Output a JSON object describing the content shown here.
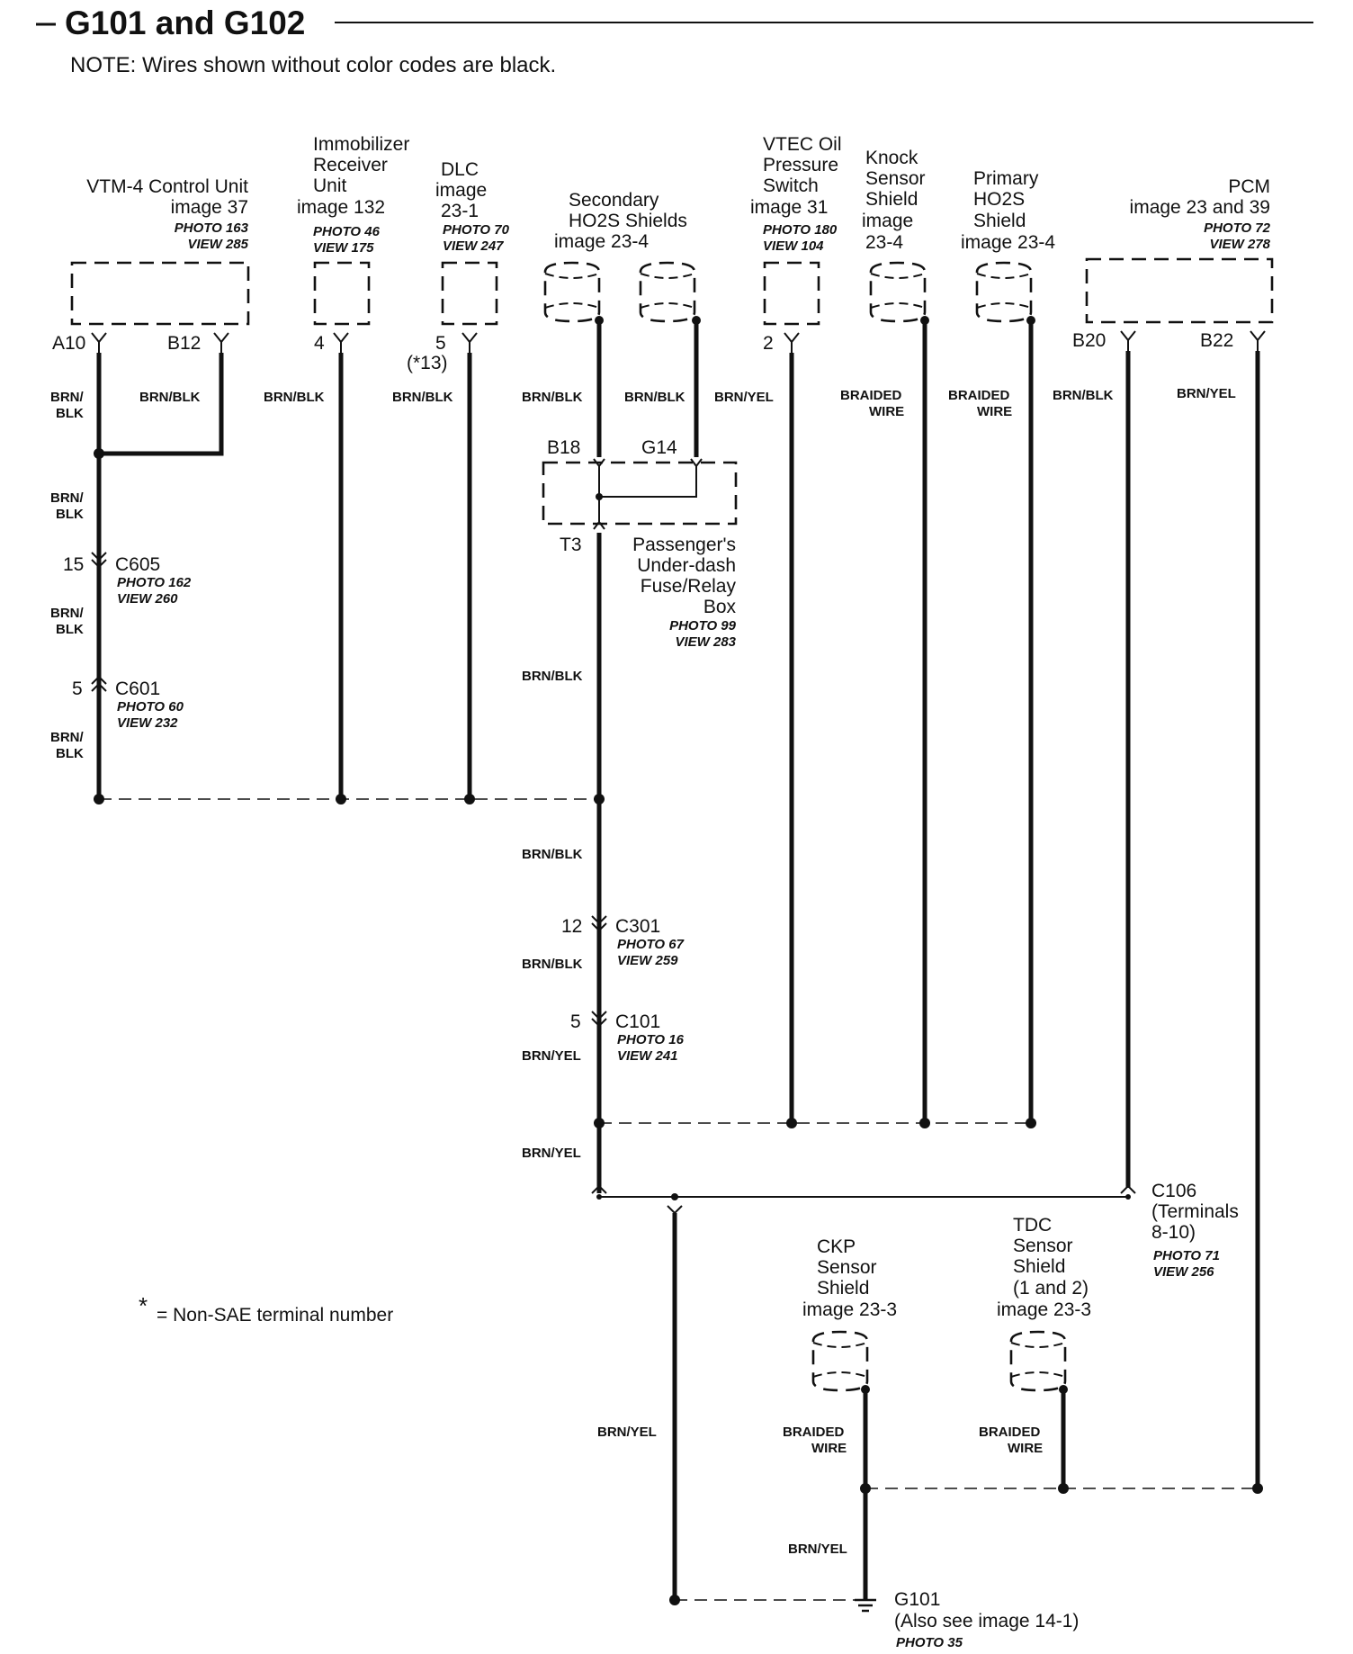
{
  "title": "G101 and G102",
  "note": "NOTE: Wires shown without color codes are black.",
  "footnote": {
    "symbol": "*",
    "text": "= Non-SAE terminal number"
  },
  "components": {
    "vtm4": {
      "l1": "VTM-4 Control Unit",
      "l2": "image 37",
      "photo": "PHOTO 163",
      "view": "VIEW 285",
      "pin_a": "A10",
      "pin_b": "B12"
    },
    "immobilizer": {
      "l1": "Immobilizer",
      "l2": "Receiver",
      "l3": "Unit",
      "l4": "image 132",
      "photo": "PHOTO 46",
      "view": "VIEW 175",
      "pin": "4"
    },
    "dlc": {
      "l1": "DLC",
      "l2": "image",
      "l3": "23-1",
      "photo": "PHOTO 70",
      "view": "VIEW 247",
      "pin": "5",
      "pin_alt": "(*13)"
    },
    "secondary_ho2s": {
      "l1": "Secondary",
      "l2": "HO2S Shields",
      "l3": "image 23-4"
    },
    "vtec": {
      "l1": "VTEC Oil",
      "l2": "Pressure",
      "l3": "Switch",
      "l4": "image 31",
      "photo": "PHOTO 180",
      "view": "VIEW 104",
      "pin": "2"
    },
    "knock": {
      "l1": "Knock",
      "l2": "Sensor",
      "l3": "Shield",
      "l4": "image",
      "l5": "23-4"
    },
    "primary_ho2s": {
      "l1": "Primary",
      "l2": "HO2S",
      "l3": "Shield",
      "l4": "image 23-4"
    },
    "pcm": {
      "l1": "PCM",
      "l2": "image 23 and 39",
      "photo": "PHOTO 72",
      "view": "VIEW 278",
      "pin_a": "B20",
      "pin_b": "B22"
    },
    "fuse_box": {
      "l1": "Passenger's",
      "l2": "Under-dash",
      "l3": "Fuse/Relay",
      "l4": "Box",
      "photo": "PHOTO 99",
      "view": "VIEW 283",
      "pin_a": "B18",
      "pin_b": "G14",
      "pin_c": "T3"
    },
    "ckp": {
      "l1": "CKP",
      "l2": "Sensor",
      "l3": "Shield",
      "l4": "image 23-3"
    },
    "tdc": {
      "l1": "TDC",
      "l2": "Sensor",
      "l3": "Shield",
      "l4": "(1 and 2)",
      "l5": "image 23-3"
    },
    "g101": {
      "l1": "G101",
      "l2": "(Also see image 14-1)",
      "photo": "PHOTO 35"
    }
  },
  "connectors": {
    "c605": {
      "name": "C605",
      "pin": "15",
      "photo": "PHOTO 162",
      "view": "VIEW 260"
    },
    "c601": {
      "name": "C601",
      "pin": "5",
      "photo": "PHOTO 60",
      "view": "VIEW 232"
    },
    "c301": {
      "name": "C301",
      "pin": "12",
      "photo": "PHOTO 67",
      "view": "VIEW 259"
    },
    "c101": {
      "name": "C101",
      "pin": "5",
      "photo": "PHOTO 16",
      "view": "VIEW 241"
    },
    "c106": {
      "l1": "C106",
      "l2": "(Terminals",
      "l3": "8-10)",
      "photo": "PHOTO 71",
      "view": "VIEW 256"
    }
  },
  "wires": {
    "brn_slash": "BRN/",
    "blk": "BLK",
    "brn_blk": "BRN/BLK",
    "brn_yel": "BRN/YEL",
    "braided": "BRAIDED",
    "wire": "WIRE"
  }
}
